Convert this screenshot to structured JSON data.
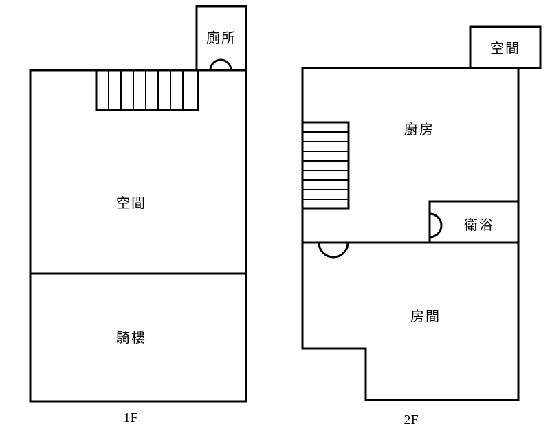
{
  "floors": [
    {
      "id": "1f",
      "label": "1F",
      "rooms": {
        "toilet": "廁所",
        "main_space": "空間",
        "arcade": "騎樓"
      }
    },
    {
      "id": "2f",
      "label": "2F",
      "rooms": {
        "top_space": "空間",
        "kitchen": "廚房",
        "bathroom": "衛浴",
        "bedroom": "房間"
      }
    }
  ],
  "colors": {
    "wall": "#000000",
    "background": "#ffffff"
  }
}
